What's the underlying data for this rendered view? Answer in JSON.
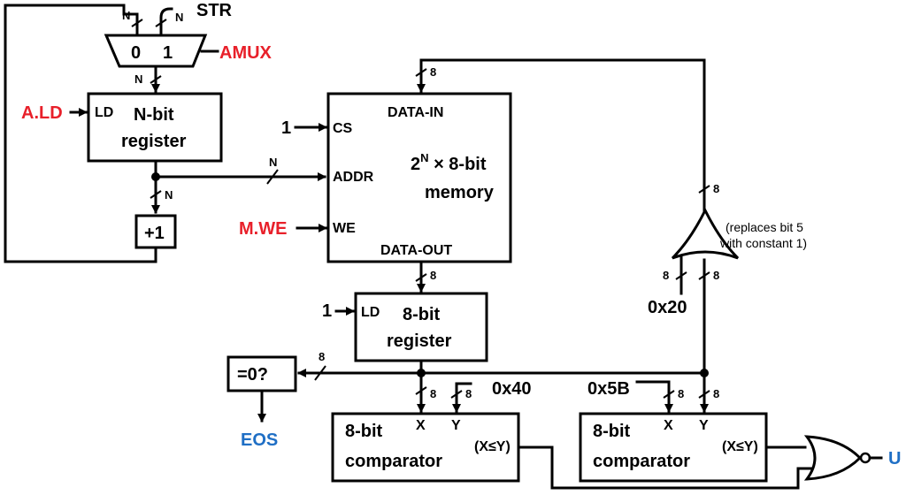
{
  "mux": {
    "in0": "0",
    "in1": "1",
    "input_label_0": "N",
    "input_label_1": "N",
    "str_label": "STR",
    "control": "AMUX",
    "out_width": "N"
  },
  "addr_register": {
    "name_line1": "N-bit",
    "name_line2": "register",
    "ld_port": "LD",
    "ld_signal": "A.LD",
    "out_width": "N"
  },
  "incrementer": {
    "label": "+1"
  },
  "memory": {
    "data_in": "DATA-IN",
    "data_out": "DATA-OUT",
    "cs_port": "CS",
    "cs_value": "1",
    "addr_port": "ADDR",
    "addr_width": "N",
    "we_port": "WE",
    "we_signal": "M.WE",
    "size_base": "2",
    "size_exp": "N",
    "size_rest": " × 8-bit",
    "name": "memory",
    "data_in_width": "8",
    "data_out_width": "8"
  },
  "data_register": {
    "name_line1": "8-bit",
    "name_line2": "register",
    "ld_port": "LD",
    "ld_value": "1",
    "bus_width": "8"
  },
  "zero_check": {
    "label": "=0?",
    "output": "EOS",
    "in_width": "8"
  },
  "or_gate": {
    "out_width": "8",
    "in_width_left": "8",
    "in_width_right": "8",
    "constant": "0x20",
    "note_line1": "(replaces bit 5",
    "note_line2": "with constant 1)"
  },
  "comparator1": {
    "name_line1": "8-bit",
    "name_line2": "comparator",
    "port_x": "X",
    "port_y": "Y",
    "condition": "(X≤Y)",
    "y_constant": "0x40",
    "x_width": "8",
    "y_width": "8"
  },
  "comparator2": {
    "name_line1": "8-bit",
    "name_line2": "comparator",
    "port_x": "X",
    "port_y": "Y",
    "condition": "(X≤Y)",
    "x_constant": "0x5B",
    "x_width": "8",
    "y_width": "8"
  },
  "nor_gate": {
    "output": "U"
  }
}
